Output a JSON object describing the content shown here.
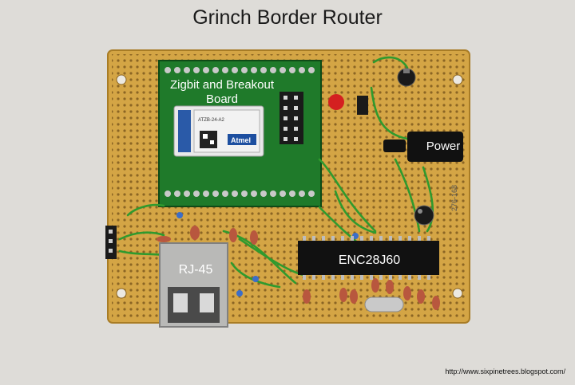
{
  "title": "Grinch Border Router",
  "labels": {
    "zigbit": "Zigbit and Breakout Board",
    "power": "Power",
    "rj45": "RJ-45",
    "enc": "ENC28J60"
  },
  "chip_text": {
    "zigbit_module": "ATZB-24-A2",
    "zigbit_brand": "Atmel",
    "board_code": "276-168"
  },
  "credit": "http://www.sixpinetrees.blogspot.com/",
  "colors": {
    "background": "#dedcd8",
    "perfboard": "#d4a545",
    "breakout_board": "#1f7a2a",
    "wire": "#2f9a2e",
    "ic_body": "#111111",
    "led": "#d42020"
  }
}
